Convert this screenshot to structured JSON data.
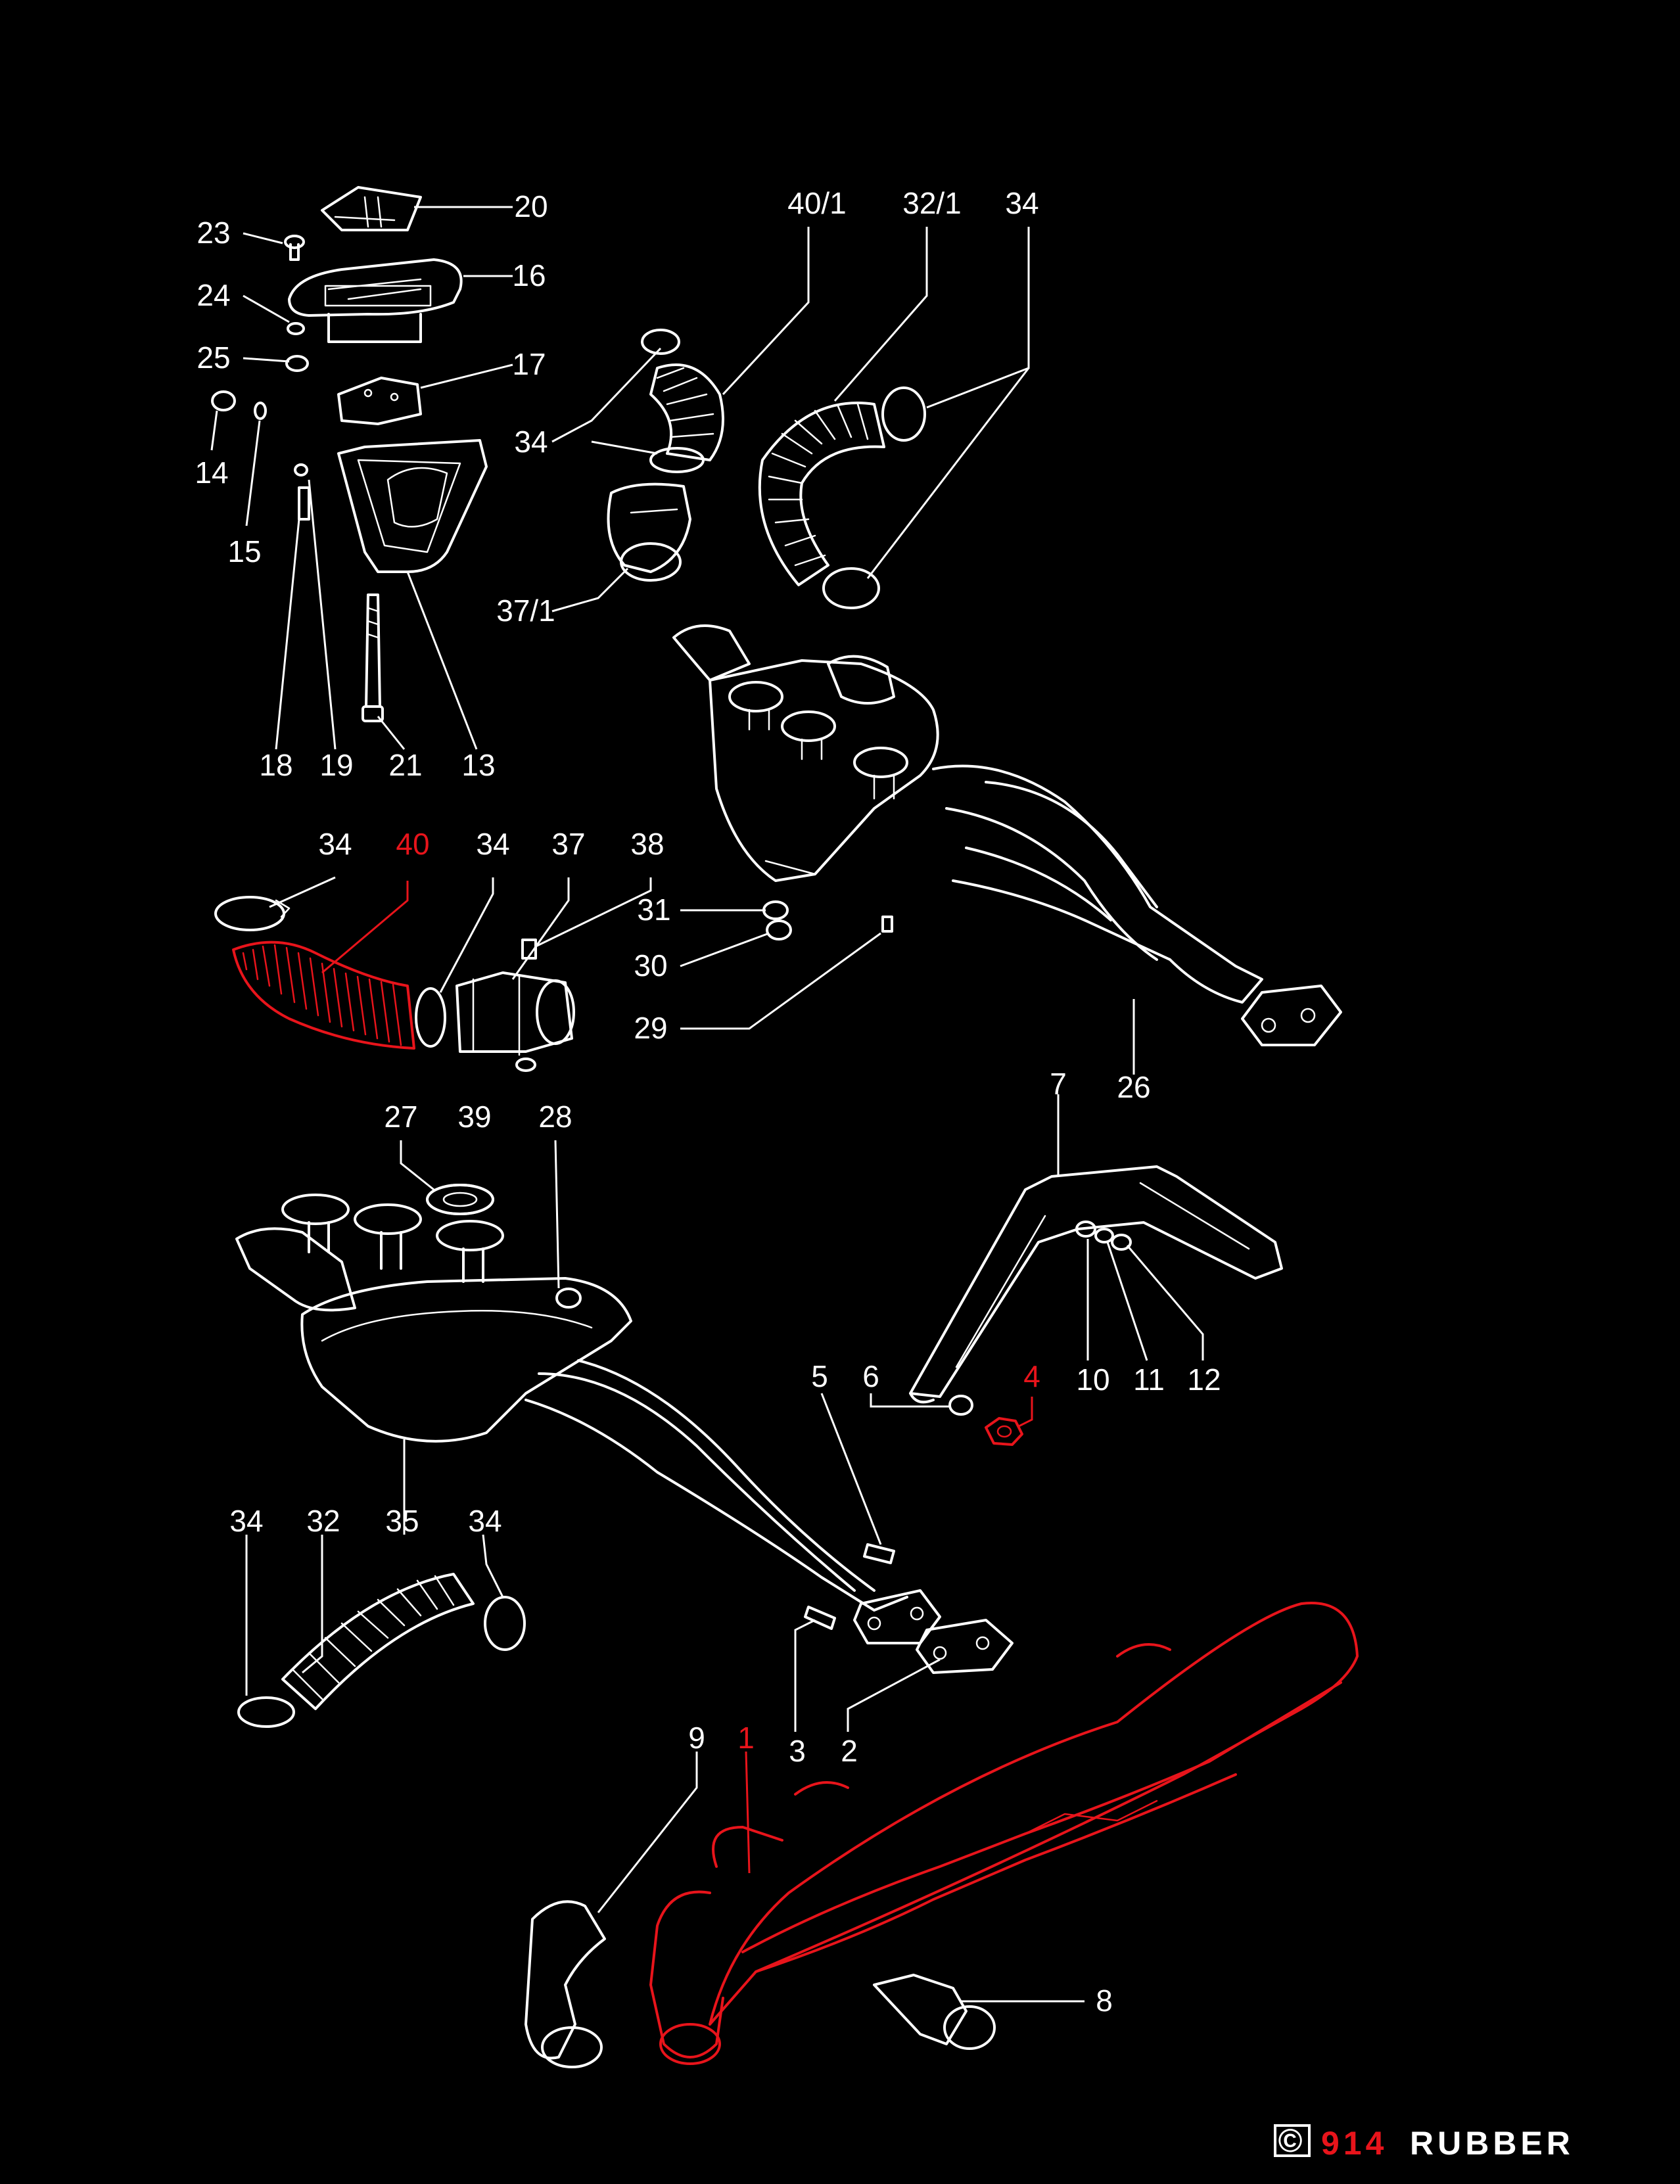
{
  "colors": {
    "background": "#000000",
    "line": "#ffffff",
    "highlight": "#e8141b"
  },
  "callouts": {
    "c20": "20",
    "c23": "23",
    "c16": "16",
    "c24": "24",
    "c25": "25",
    "c17": "17",
    "c14": "14",
    "c15": "15",
    "c18": "18",
    "c19": "19",
    "c21": "21",
    "c13": "13",
    "c40_1": "40/1",
    "c32_1": "32/1",
    "c34_top": "34",
    "c34_mid": "34",
    "c37_1": "37/1",
    "c34_left": "34",
    "c40": "40",
    "c34_b": "34",
    "c37": "37",
    "c38": "38",
    "c39": "39",
    "c31": "31",
    "c30": "30",
    "c29": "29",
    "c26": "26",
    "c7": "7",
    "c27": "27",
    "c28": "28",
    "c10": "10",
    "c11": "11",
    "c12": "12",
    "c5": "5",
    "c6": "6",
    "c4": "4",
    "c34_c": "34",
    "c32": "32",
    "c35": "35",
    "c34_d": "34",
    "c9": "9",
    "c1": "1",
    "c3": "3",
    "c2": "2",
    "c8": "8"
  },
  "highlighted_parts": [
    "40",
    "4",
    "1"
  ],
  "watermark": {
    "copyright": "©",
    "brand_number": "914",
    "brand_word": "RUBBER"
  }
}
